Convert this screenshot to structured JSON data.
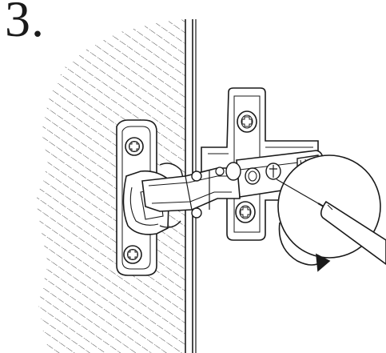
{
  "step": {
    "number": "3."
  },
  "illustration": {
    "subject": "concealed-cabinet-hinge-adjustment",
    "tool": "screwdriver",
    "action_icon": "rotate-arrow-icon",
    "colors": {
      "line": "#1a1a1a",
      "fill": "#ffffff",
      "shadow": "#dcdcdc"
    }
  }
}
